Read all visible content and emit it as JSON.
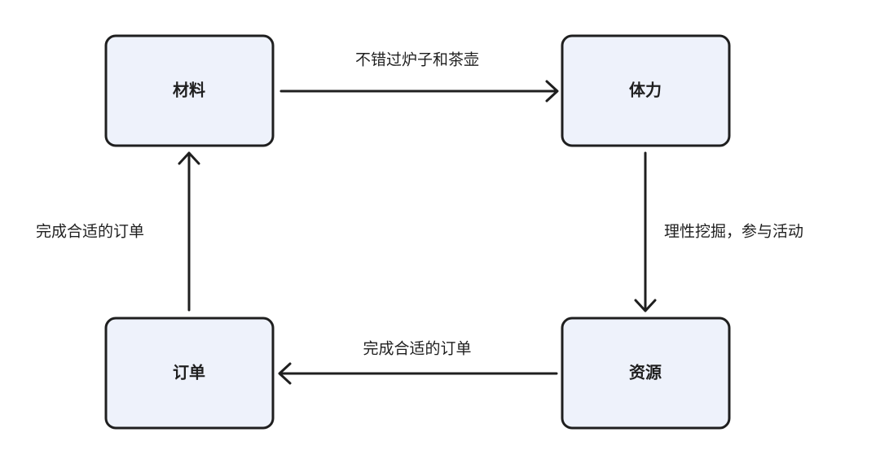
{
  "nodes": {
    "materials": {
      "label": "材料"
    },
    "stamina": {
      "label": "体力"
    },
    "resources": {
      "label": "资源"
    },
    "orders": {
      "label": "订单"
    }
  },
  "edges": {
    "materials_to_stamina": {
      "label": "不错过炉子和茶壶"
    },
    "stamina_to_resources": {
      "label": "理性挖掘，参与活动"
    },
    "resources_to_orders": {
      "label": "完成合适的订单"
    },
    "orders_to_materials": {
      "label": "完成合适的订单"
    }
  },
  "colors": {
    "node_fill": "#eef2fb",
    "stroke": "#1f1f1f",
    "background": "#ffffff"
  }
}
